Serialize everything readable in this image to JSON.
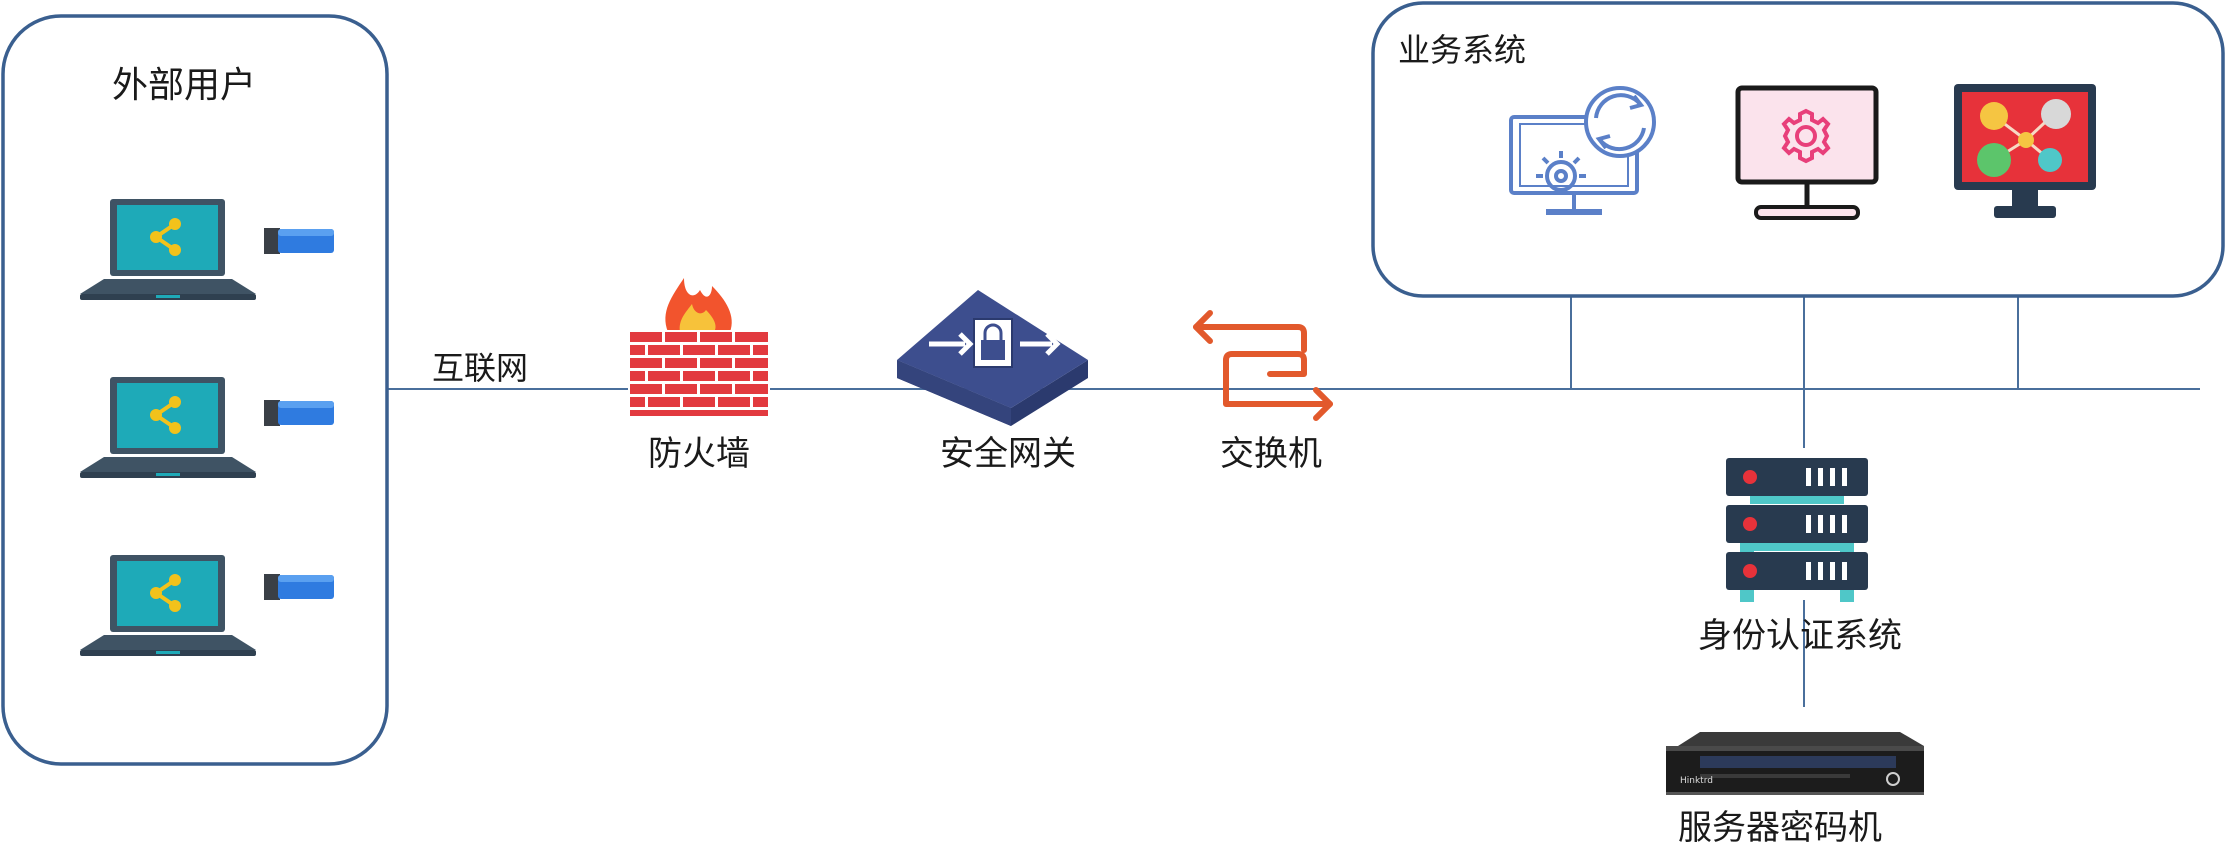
{
  "external_users": {
    "title": "外部用户",
    "device_count": 3
  },
  "labels": {
    "internet": "互联网",
    "firewall": "防火墙",
    "security_gateway": "安全网关",
    "switch": "交换机",
    "auth_system": "身份认证系统",
    "crypto_machine": "服务器密码机"
  },
  "business_systems": {
    "title": "业务系统"
  },
  "server_brand": "Hinktrd",
  "icons": {
    "laptop": "laptop-share-icon",
    "usb_key": "usb-key-icon",
    "firewall": "firewall-icon",
    "gateway": "security-gateway-icon",
    "switch": "switch-icon",
    "monitor_settings": "monitor-settings-sync-icon",
    "monitor_gear": "monitor-gear-icon",
    "monitor_network": "monitor-network-icon",
    "server_rack": "server-rack-icon",
    "crypto_server": "crypto-server-icon"
  },
  "colors": {
    "border": "#3a5f8f",
    "line": "#4a6f9c",
    "laptop_screen": "#1eaab8",
    "laptop_body": "#3f5364",
    "share": "#f2c21b",
    "usb_blue": "#2f7be0",
    "firewall_red": "#e23a3f",
    "flame_orange": "#f2542d",
    "gateway_blue": "#3d4e8e",
    "switch_orange": "#e2592c",
    "monitor_blue": "#5b80c8",
    "monitor_pink": "#e83f7a",
    "monitor_red": "#e7323a",
    "server_dark": "#283a4f",
    "server_teal": "#4fc7c8"
  }
}
